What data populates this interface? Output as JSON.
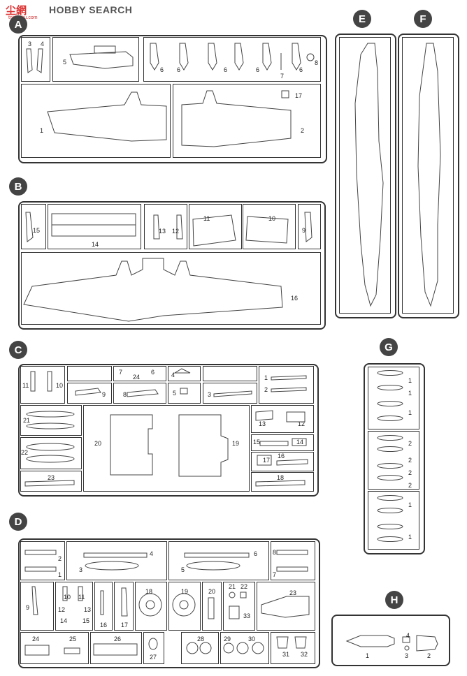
{
  "watermark": {
    "logo_chars": "尘網",
    "brand": "HOBBY SEARCH",
    "url": "tnginchu.com"
  },
  "sprue_letters": {
    "A": "A",
    "B": "B",
    "C": "C",
    "D": "D",
    "E": "E",
    "F": "F",
    "G": "G",
    "H": "H"
  },
  "sprue_A": {
    "labels": [
      "3",
      "4",
      "5",
      "6",
      "6",
      "6",
      "6",
      "6",
      "7",
      "8",
      "1",
      "2",
      "17"
    ]
  },
  "sprue_B": {
    "labels": [
      "15",
      "14",
      "13",
      "12",
      "11",
      "10",
      "9",
      "16"
    ]
  },
  "sprue_C": {
    "labels": [
      "11",
      "10",
      "7",
      "24",
      "6",
      "4",
      "1",
      "9",
      "8",
      "5",
      "3",
      "2",
      "21",
      "20",
      "19",
      "13",
      "12",
      "22",
      "15",
      "14",
      "17",
      "16",
      "23",
      "18"
    ]
  },
  "sprue_D": {
    "labels": [
      "2",
      "1",
      "4",
      "3",
      "6",
      "5",
      "8",
      "7",
      "9",
      "12",
      "10",
      "11",
      "13",
      "14",
      "15",
      "16",
      "17",
      "18",
      "19",
      "20",
      "21",
      "22",
      "23",
      "33",
      "24",
      "25",
      "26",
      "27",
      "28",
      "29",
      "30",
      "31",
      "32"
    ]
  },
  "sprue_G": {
    "labels": [
      "1",
      "1",
      "1",
      "2",
      "2",
      "2",
      "2",
      "1",
      "1"
    ]
  },
  "sprue_H": {
    "labels": [
      "4",
      "1",
      "3",
      "2"
    ]
  }
}
